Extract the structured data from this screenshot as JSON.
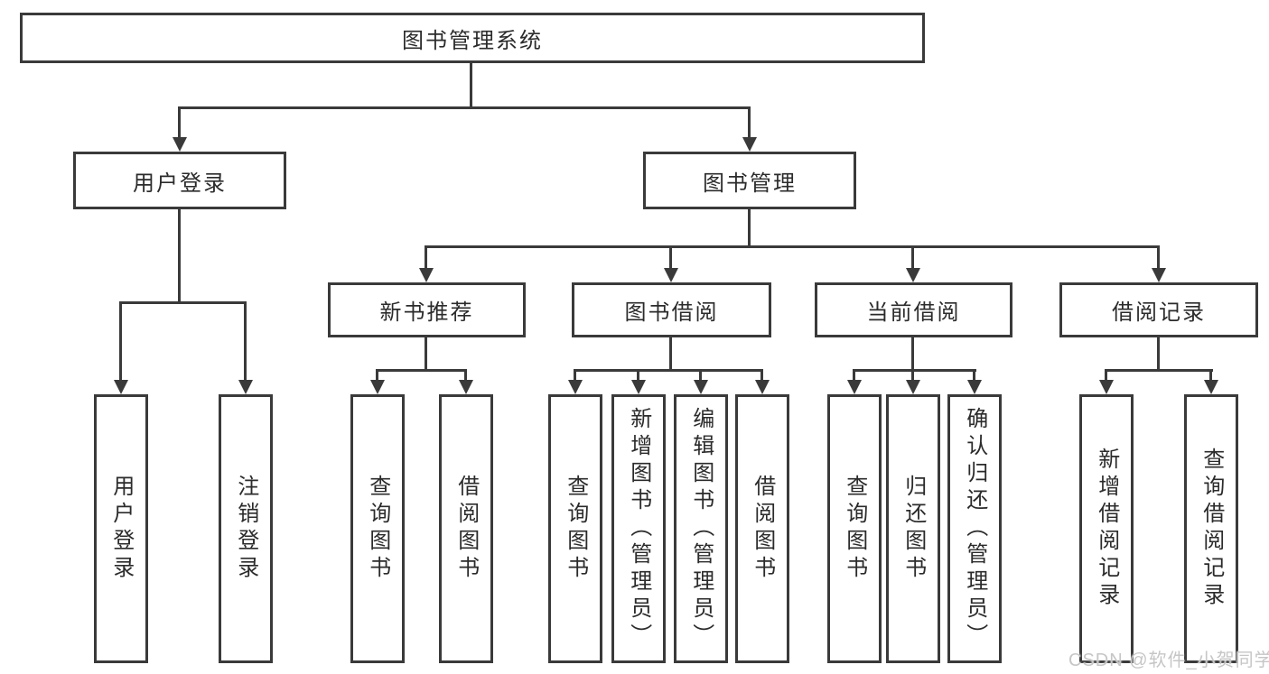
{
  "diagram": {
    "root": {
      "label": "图书管理系统"
    },
    "branches": [
      {
        "label": "用户登录",
        "leaves": [
          "用户登录",
          "注销登录"
        ]
      },
      {
        "label": "图书管理",
        "children": [
          {
            "label": "新书推荐",
            "leaves": [
              "查询图书",
              "借阅图书"
            ]
          },
          {
            "label": "图书借阅",
            "leaves": [
              "查询图书",
              "新增图书（管理员）",
              "编辑图书（管理员）",
              "借阅图书"
            ]
          },
          {
            "label": "当前借阅",
            "leaves": [
              "查询图书",
              "归还图书",
              "确认归还（管理员）"
            ]
          },
          {
            "label": "借阅记录",
            "leaves": [
              "新增借阅记录",
              "查询借阅记录"
            ]
          }
        ]
      }
    ],
    "watermark": "CSDN @软件_小贺同学",
    "colors": {
      "line": "#3a3a3a",
      "text": "#2b2b2b",
      "watermark": "#c6c6c6",
      "background": "#ffffff"
    }
  }
}
